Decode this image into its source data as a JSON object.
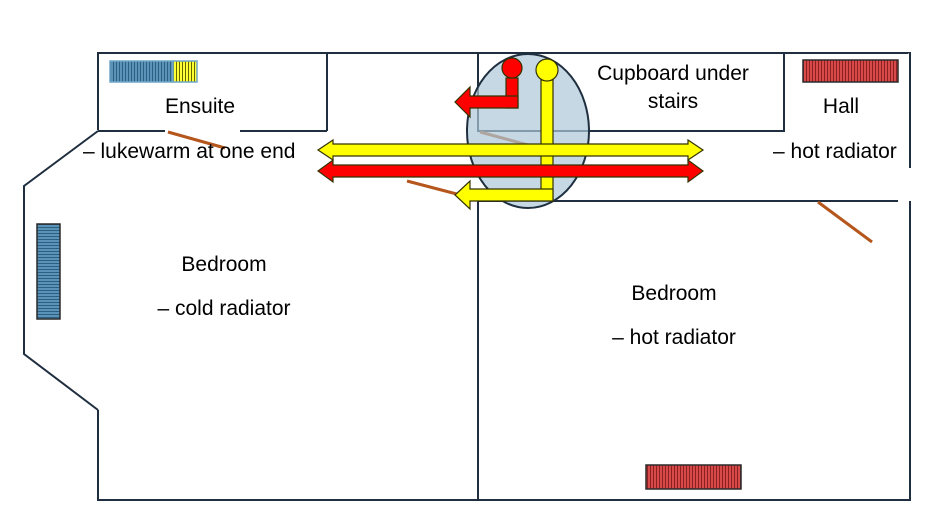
{
  "rooms": {
    "ensuite": {
      "name": "Ensuite",
      "note": "– lukewarm at one end"
    },
    "cupboard": {
      "name_line1": "Cupboard under",
      "name_line2": "stairs"
    },
    "hall": {
      "name": "Hall",
      "note": "– hot radiator"
    },
    "bedroom_left": {
      "name": "Bedroom",
      "note": "– cold radiator"
    },
    "bedroom_right": {
      "name": "Bedroom",
      "note": "– hot radiator"
    }
  },
  "colors": {
    "wall": "#1f2f3f",
    "hot_pipe": "#ff0000",
    "cold_pipe": "#ffff00",
    "pipe_outline": "#3a3a00",
    "hot_radiator": "#d84a4a",
    "cold_radiator": "#5b93b8",
    "highlight": "#adc8d8",
    "door": "#b5561c"
  }
}
